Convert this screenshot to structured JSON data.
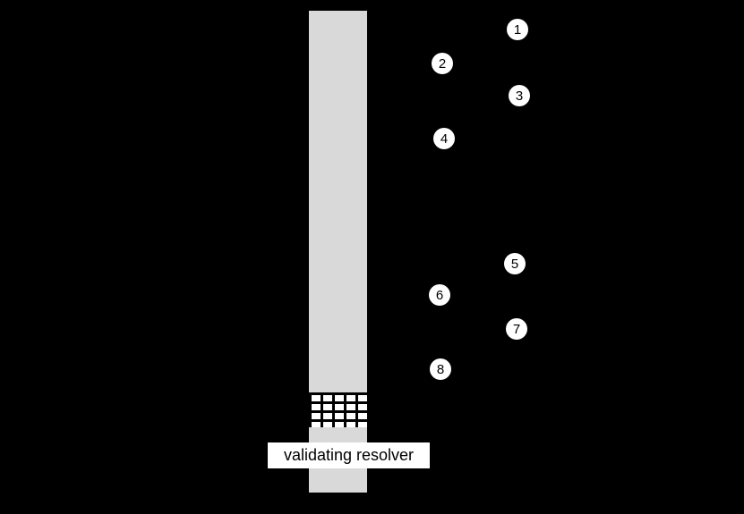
{
  "diagram": {
    "resolver_label": "validating resolver",
    "steps": [
      {
        "number": "1"
      },
      {
        "number": "2"
      },
      {
        "number": "3"
      },
      {
        "number": "4"
      },
      {
        "number": "5"
      },
      {
        "number": "6"
      },
      {
        "number": "7"
      },
      {
        "number": "8"
      }
    ]
  },
  "colors": {
    "background": "#000000",
    "bar_fill": "#d9d9d9",
    "grid_square": "#ffffff",
    "marker_fill": "#ffffff",
    "marker_text": "#000000",
    "label_bg": "#ffffff",
    "label_text": "#000000"
  }
}
